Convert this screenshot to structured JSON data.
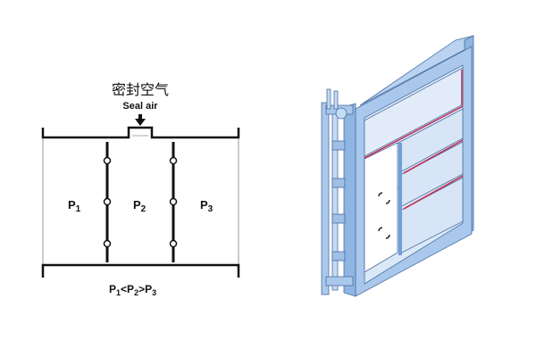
{
  "diagram": {
    "title_cn": "密封空气",
    "title_en": "Seal air",
    "chambers": [
      {
        "label": "P",
        "sub": "1"
      },
      {
        "label": "P",
        "sub": "2"
      },
      {
        "label": "P",
        "sub": "3"
      }
    ],
    "relation": {
      "p1": "P",
      "s1": "1",
      "lt": "<",
      "p2": "P",
      "s2": "2",
      "gt": ">",
      "p3": "P",
      "s3": "3"
    },
    "colors": {
      "line": "#111111",
      "frame": "#a9c8ec",
      "frame_dark": "#6f9fd6",
      "seal": "#c0355a"
    }
  }
}
